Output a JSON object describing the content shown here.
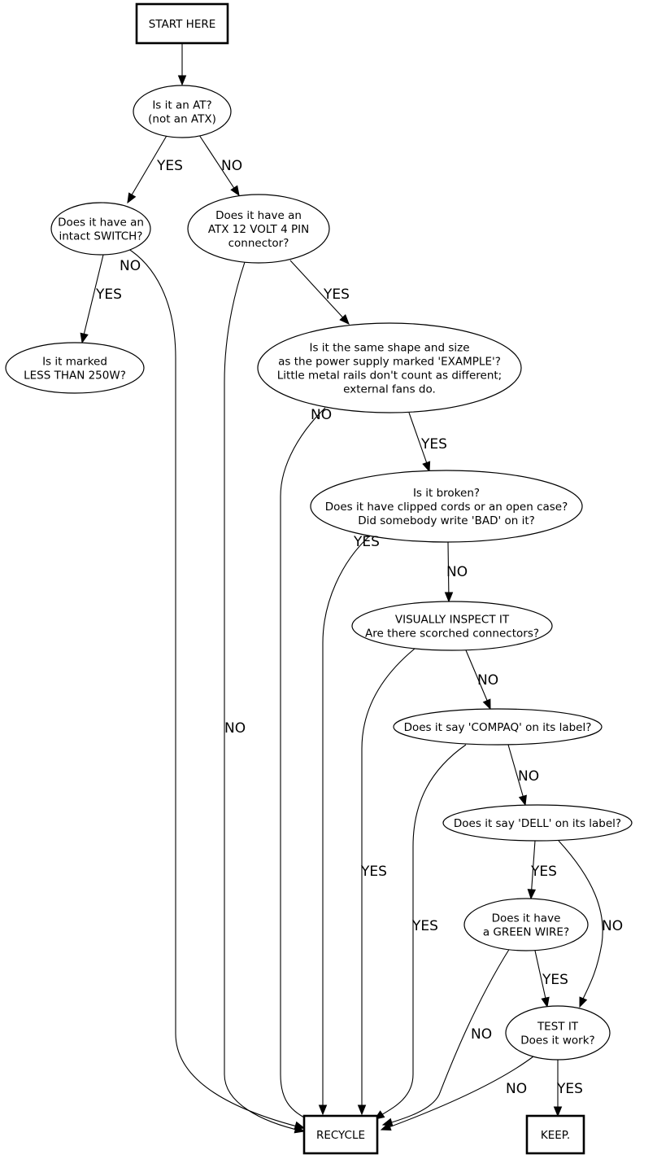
{
  "nodes": {
    "start": {
      "lines": [
        "START HERE"
      ]
    },
    "is_at": {
      "lines": [
        "Is it an AT?",
        "(not an ATX)"
      ]
    },
    "switch": {
      "lines": [
        "Does it have an",
        "intact SWITCH?"
      ]
    },
    "atx12": {
      "lines": [
        "Does it have an",
        "ATX 12 VOLT 4 PIN",
        "connector?"
      ]
    },
    "marked250": {
      "lines": [
        "Is it marked",
        "LESS THAN 250W?"
      ]
    },
    "shape_size": {
      "lines": [
        "Is it the same shape and size",
        "as the power supply marked 'EXAMPLE'?",
        "Little metal rails don't count as different;",
        "external fans do."
      ]
    },
    "broken": {
      "lines": [
        "Is it broken?",
        "Does it have clipped cords or an open case?",
        "Did somebody write 'BAD' on it?"
      ]
    },
    "inspect": {
      "lines": [
        "VISUALLY INSPECT IT",
        "Are there scorched connectors?"
      ]
    },
    "compaq": {
      "lines": [
        "Does it say 'COMPAQ' on its label?"
      ]
    },
    "dell": {
      "lines": [
        "Does it say 'DELL' on its label?"
      ]
    },
    "green": {
      "lines": [
        "Does it have",
        "a GREEN WIRE?"
      ]
    },
    "test": {
      "lines": [
        "TEST IT",
        "Does it work?"
      ]
    },
    "recycle": {
      "lines": [
        "RECYCLE"
      ]
    },
    "keep": {
      "lines": [
        "KEEP."
      ]
    }
  },
  "edges": {
    "start_at": {
      "label": ""
    },
    "at_switch": {
      "label": "YES"
    },
    "at_atx12": {
      "label": "NO"
    },
    "switch_250": {
      "label": "YES"
    },
    "switch_recycle": {
      "label": "NO"
    },
    "atx12_recycle": {
      "label": "NO"
    },
    "atx12_shape": {
      "label": "YES"
    },
    "shape_recycle": {
      "label": "NO"
    },
    "shape_broken": {
      "label": "YES"
    },
    "broken_recycle": {
      "label": "YES"
    },
    "broken_inspect": {
      "label": "NO"
    },
    "inspect_recycle": {
      "label": "YES"
    },
    "inspect_compaq": {
      "label": "NO"
    },
    "compaq_recycle": {
      "label": "YES"
    },
    "compaq_dell": {
      "label": "NO"
    },
    "dell_green": {
      "label": "YES"
    },
    "dell_test": {
      "label": "NO"
    },
    "green_test": {
      "label": "YES"
    },
    "green_recycle": {
      "label": "NO"
    },
    "test_recycle": {
      "label": "NO"
    },
    "test_keep": {
      "label": "YES"
    }
  }
}
